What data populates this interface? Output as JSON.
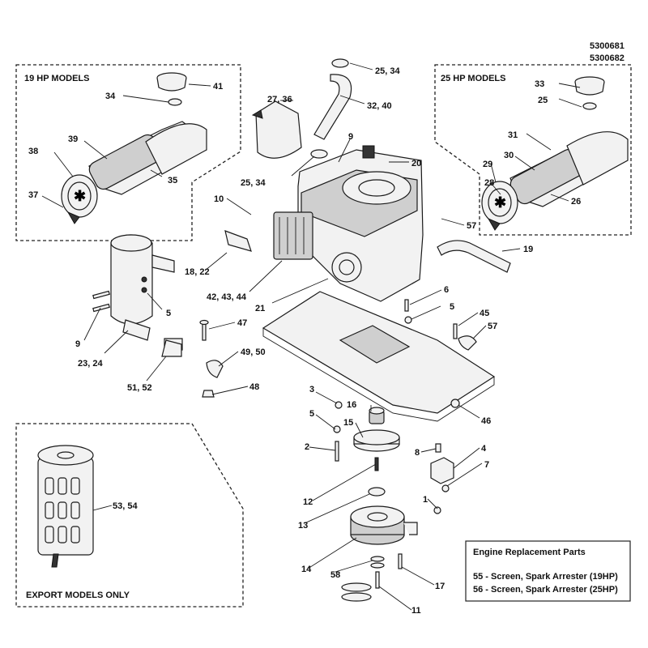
{
  "part_numbers": [
    "5300681",
    "5300682"
  ],
  "regions": {
    "hp19": "19 HP MODELS",
    "hp25": "25 HP MODELS",
    "export": "EXPORT MODELS ONLY"
  },
  "legend": {
    "title": "Engine Replacement Parts",
    "items": [
      "55 - Screen, Spark Arrester (19HP)",
      "56 - Screen, Spark Arrester (25HP)"
    ]
  },
  "callouts": [
    "41",
    "34",
    "39",
    "38",
    "35",
    "37",
    "25, 34",
    "32, 40",
    "27, 36",
    "9",
    "25, 34",
    "20",
    "33",
    "25",
    "31",
    "30",
    "29",
    "28",
    "26",
    "10",
    "18, 22",
    "42, 43, 44",
    "21",
    "57",
    "19",
    "5",
    "9",
    "23, 24",
    "51, 52",
    "47",
    "49, 50",
    "48",
    "6",
    "5",
    "45",
    "57",
    "3",
    "16",
    "15",
    "5",
    "2",
    "46",
    "8",
    "4",
    "7",
    "12",
    "13",
    "1",
    "14",
    "58",
    "17",
    "11",
    "53, 54"
  ]
}
